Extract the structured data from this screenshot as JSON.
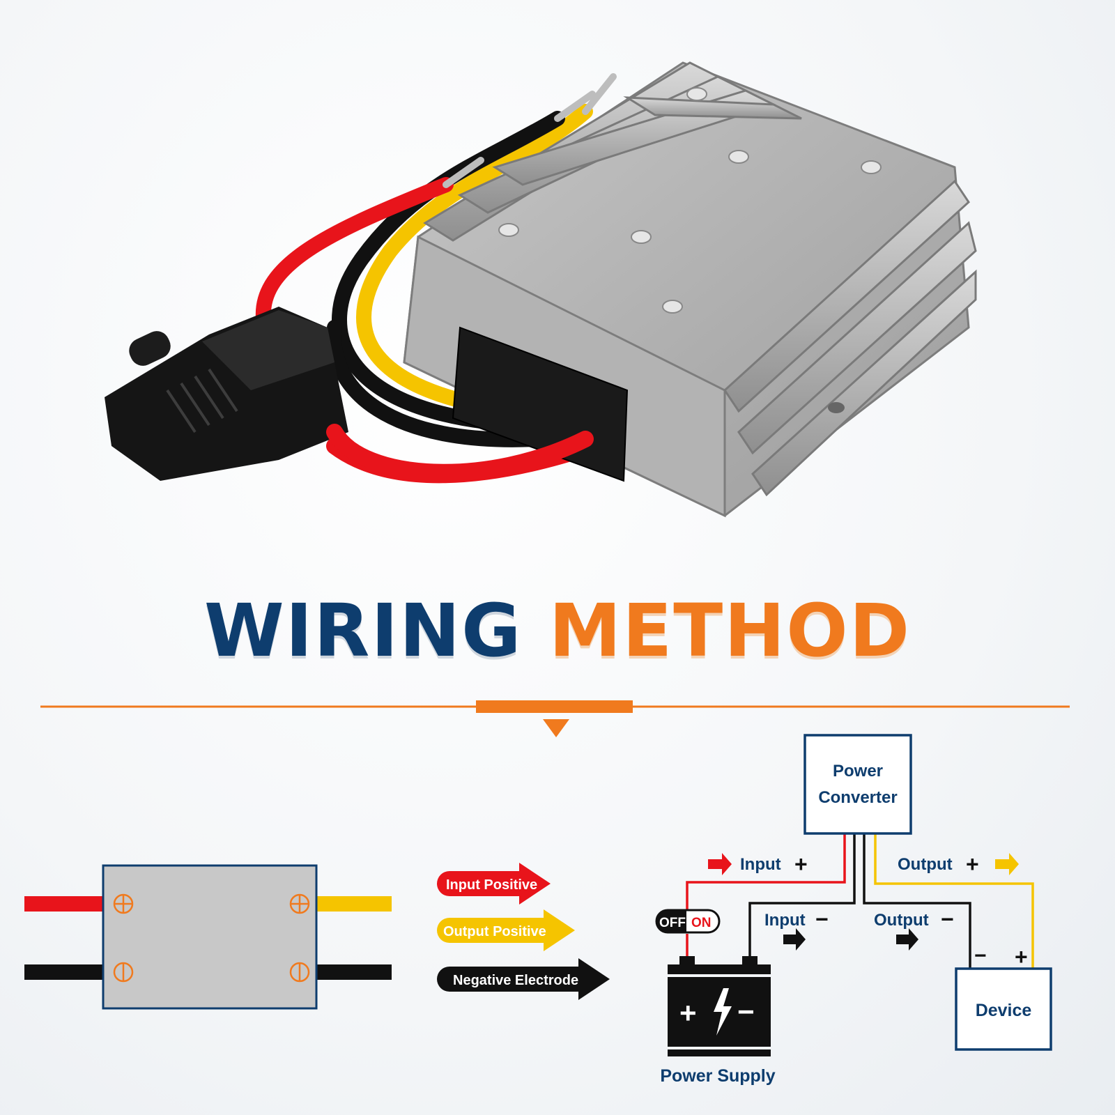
{
  "headline": {
    "word1": "WIRING",
    "word2": "METHOD"
  },
  "colors": {
    "navy": "#0e3d6e",
    "orange": "#f07a1e",
    "red": "#e8141b",
    "yellow": "#f5c400",
    "black": "#111111",
    "gray_module": "#c8c8c8"
  },
  "legend": {
    "input_positive": "Input Positive",
    "output_positive": "Output Positive",
    "negative_electrode": "Negative Electrode"
  },
  "schematic": {
    "converter_line1": "Power",
    "converter_line2": "Converter",
    "input": "Input",
    "output": "Output",
    "plus": "+",
    "minus": "−",
    "switch_off": "OFF",
    "switch_on": "ON",
    "battery_plus": "+",
    "battery_minus": "−",
    "power_supply": "Power Supply",
    "device": "Device"
  }
}
